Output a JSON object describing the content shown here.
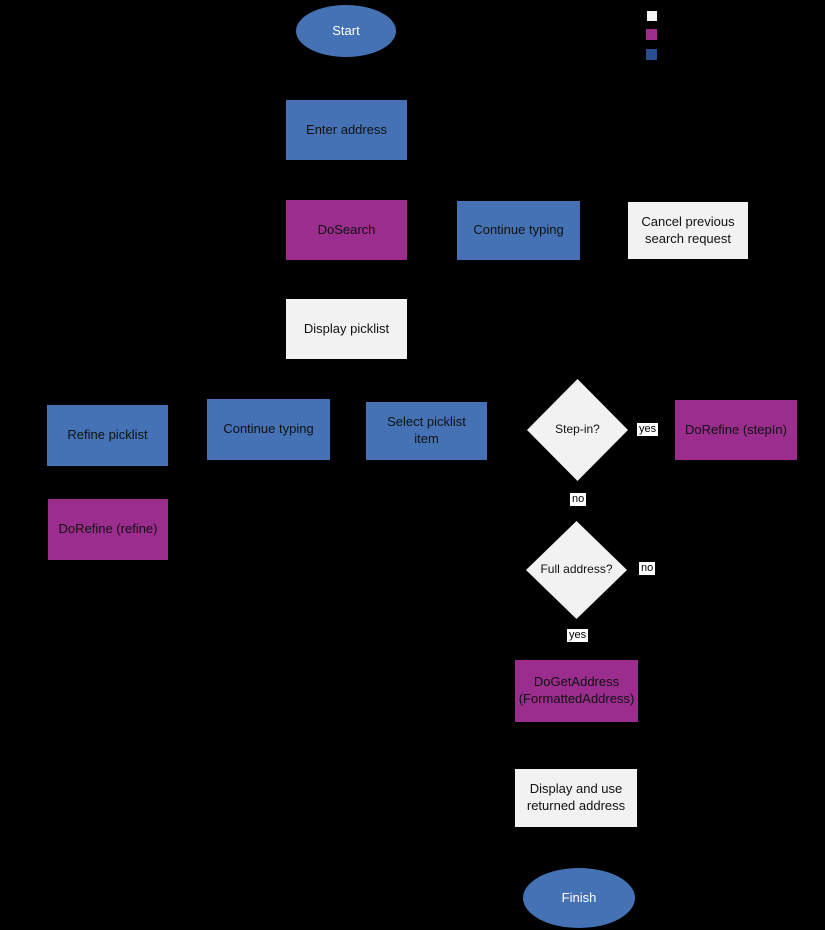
{
  "colors": {
    "background": "#000000",
    "blue_node": "#4472b4",
    "purple_node": "#9b2d8e",
    "white_node": "#f2f2f2",
    "node_text_dark": "#111111",
    "node_text_light": "#ffffff",
    "edge_label_bg": "#ffffff",
    "edge_label_text": "#000000",
    "legend_white": "#f5f5f5",
    "legend_purple": "#9b2d8e",
    "legend_blue": "#2a4d90"
  },
  "legend": {
    "swatches": [
      {
        "name": "white-swatch",
        "color": "#f5f5f5"
      },
      {
        "name": "purple-swatch",
        "color": "#9b2d8e"
      },
      {
        "name": "blue-swatch",
        "color": "#2a4d90"
      }
    ]
  },
  "nodes": {
    "start": "Start",
    "enter_address": "Enter address",
    "do_search": "DoSearch",
    "continue_typing_top": "Continue typing",
    "cancel_previous": "Cancel previous search request",
    "display_picklist": "Display picklist",
    "refine_picklist": "Refine picklist",
    "continue_typing_mid": "Continue typing",
    "select_picklist_item": "Select picklist item",
    "step_in": "Step-in?",
    "do_refine_stepin": "DoRefine (stepIn)",
    "do_refine_refine": "DoRefine (refine)",
    "full_address": "Full address?",
    "do_get_address": "DoGetAddress (FormattedAddress)",
    "display_returned": "Display and use returned address",
    "finish": "Finish"
  },
  "edge_labels": {
    "step_in_yes": "yes",
    "step_in_no": "no",
    "full_address_no": "no",
    "full_address_yes": "yes"
  }
}
